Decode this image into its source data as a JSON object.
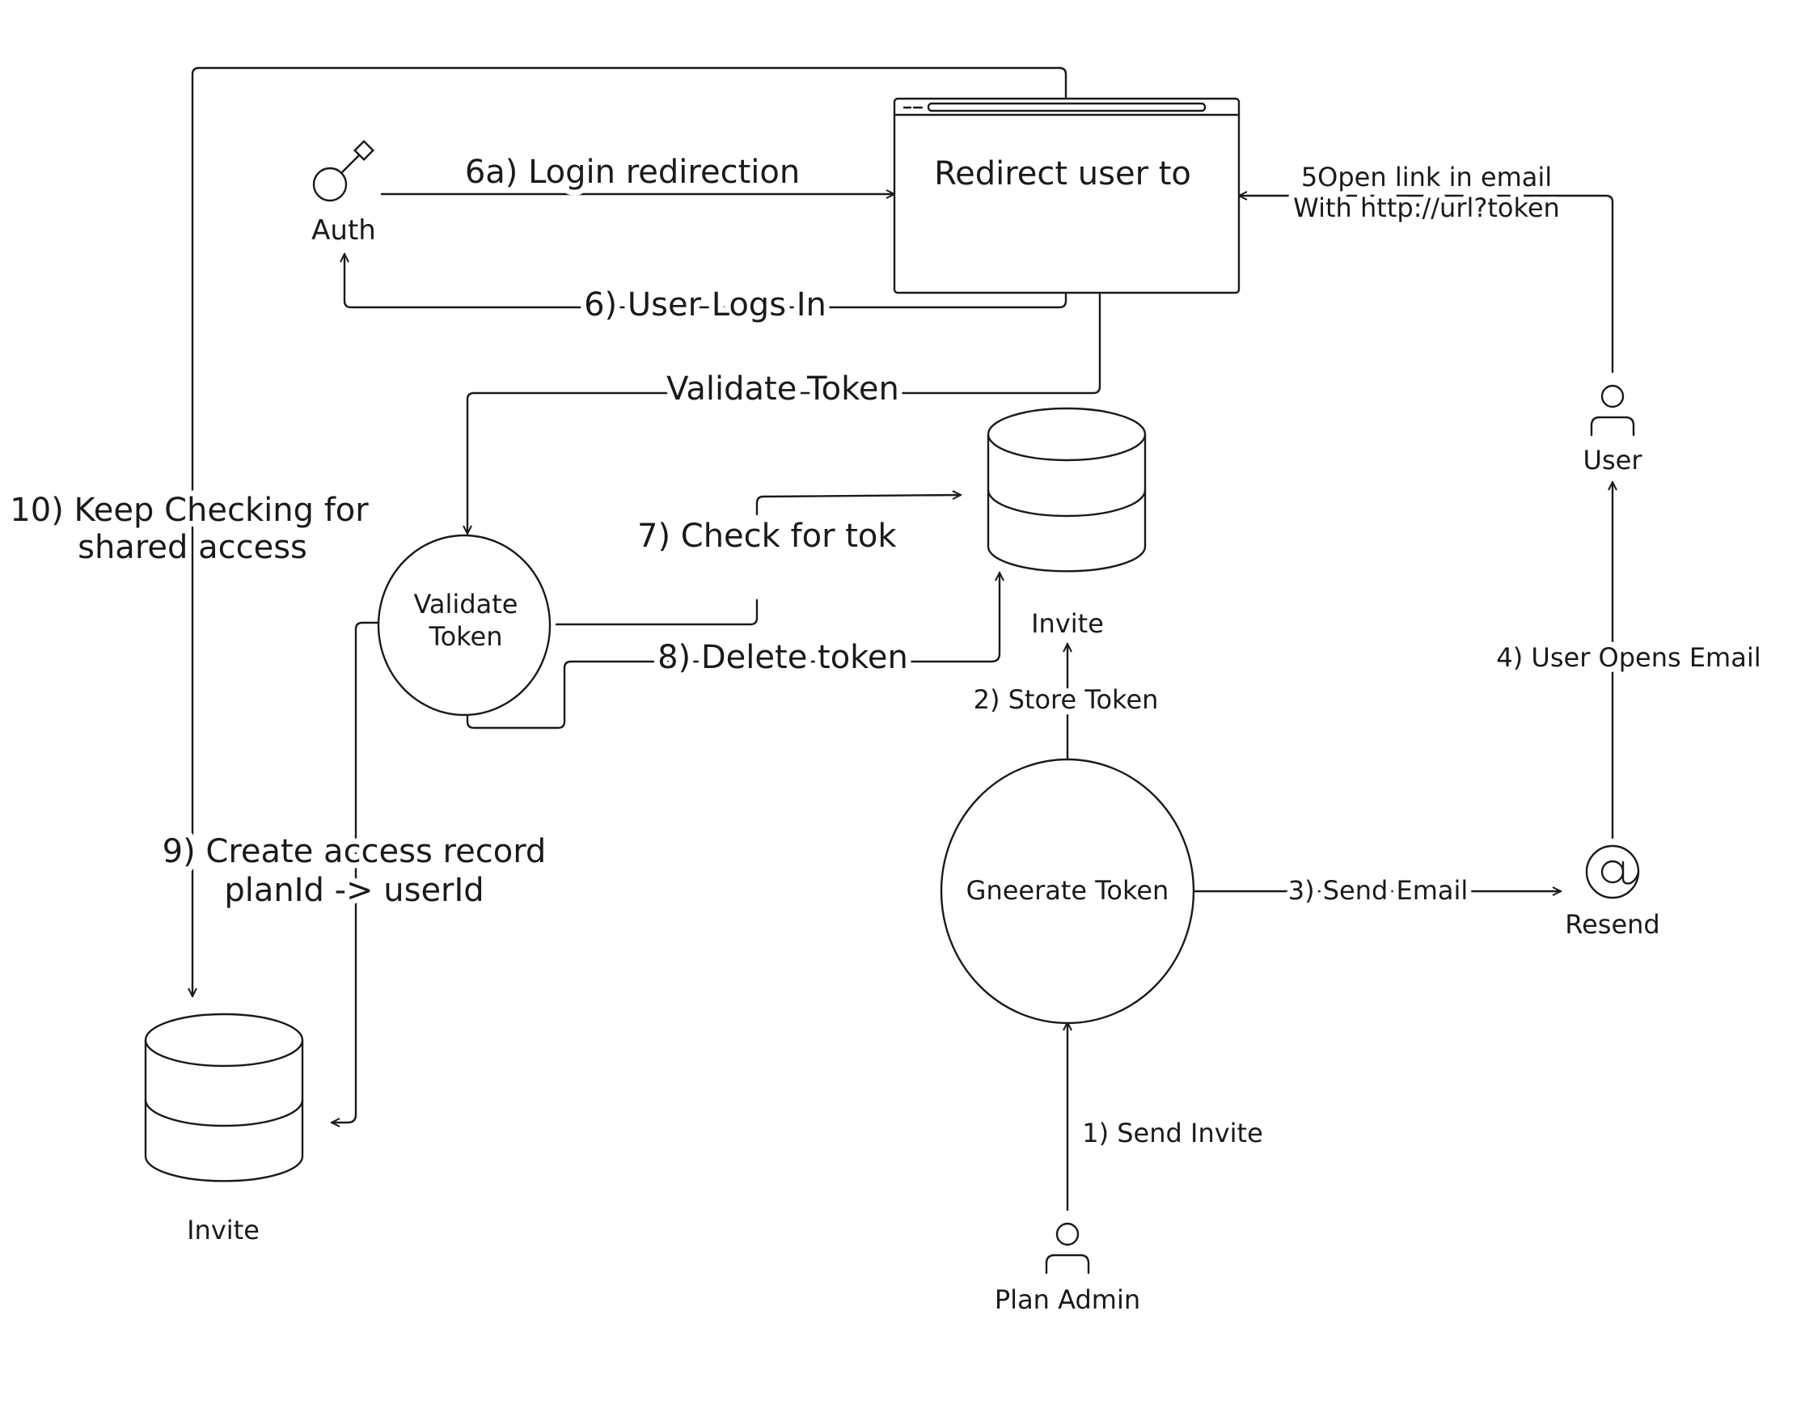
{
  "diagram": {
    "nodes": {
      "auth": {
        "label": "Auth",
        "icon": "key-icon"
      },
      "browser": {
        "label": "Redirect user to",
        "icon": "browser-window-icon"
      },
      "user": {
        "label": "User",
        "icon": "person-icon"
      },
      "validate_token": {
        "label_line1": "Validate",
        "label_line2": "Token"
      },
      "invite_db_top": {
        "label": "Invite",
        "icon": "database-icon"
      },
      "invite_db_bottom": {
        "label": "Invite",
        "icon": "database-icon"
      },
      "generate_token": {
        "label": "Gneerate Token"
      },
      "resend": {
        "label": "Resend",
        "icon": "at-sign-icon"
      },
      "plan_admin": {
        "label": "Plan Admin",
        "icon": "person-icon"
      }
    },
    "edges": {
      "login_redirection": "6a) Login redirection",
      "user_logs_in": "6) User Logs In",
      "open_link_line1": "5Open link in email",
      "open_link_line2": "With http://url?token",
      "validate_token": "Validate Token",
      "keep_checking_line1": "10) Keep Checking for",
      "keep_checking_line2": "shared access",
      "check_for_token": "7) Check for tok",
      "delete_token": "8) Delete token",
      "store_token": "2) Store Token",
      "user_opens_email": "4) User Opens Email",
      "create_access_line1": "9) Create access record",
      "create_access_line2": "planId -> userId",
      "send_email": "3) Send Email",
      "send_invite": "1) Send Invite"
    }
  }
}
